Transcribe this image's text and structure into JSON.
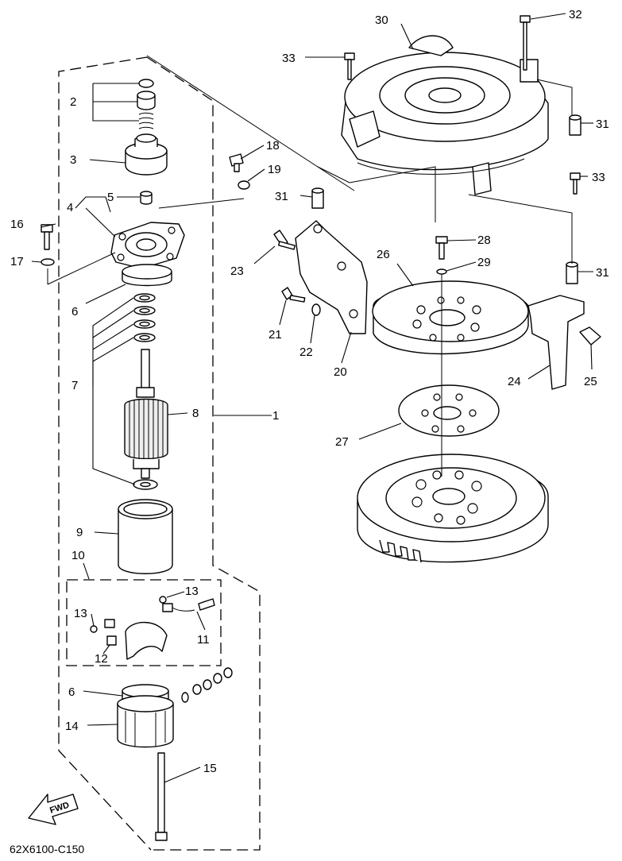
{
  "diagram": {
    "code": "62X6100-C150",
    "direction_label": "FWD",
    "callouts": [
      {
        "id": "n1",
        "text": "1"
      },
      {
        "id": "n2",
        "text": "2"
      },
      {
        "id": "n3",
        "text": "3"
      },
      {
        "id": "n4",
        "text": "4"
      },
      {
        "id": "n5",
        "text": "5"
      },
      {
        "id": "n6a",
        "text": "6"
      },
      {
        "id": "n6b",
        "text": "6"
      },
      {
        "id": "n7",
        "text": "7"
      },
      {
        "id": "n8",
        "text": "8"
      },
      {
        "id": "n9",
        "text": "9"
      },
      {
        "id": "n10",
        "text": "10"
      },
      {
        "id": "n11",
        "text": "11"
      },
      {
        "id": "n12",
        "text": "12"
      },
      {
        "id": "n13a",
        "text": "13"
      },
      {
        "id": "n13b",
        "text": "13"
      },
      {
        "id": "n14",
        "text": "14"
      },
      {
        "id": "n15",
        "text": "15"
      },
      {
        "id": "n16",
        "text": "16"
      },
      {
        "id": "n17",
        "text": "17"
      },
      {
        "id": "n18",
        "text": "18"
      },
      {
        "id": "n19",
        "text": "19"
      },
      {
        "id": "n20",
        "text": "20"
      },
      {
        "id": "n21",
        "text": "21"
      },
      {
        "id": "n22",
        "text": "22"
      },
      {
        "id": "n23",
        "text": "23"
      },
      {
        "id": "n24",
        "text": "24"
      },
      {
        "id": "n25",
        "text": "25"
      },
      {
        "id": "n26",
        "text": "26"
      },
      {
        "id": "n27",
        "text": "27"
      },
      {
        "id": "n28",
        "text": "28"
      },
      {
        "id": "n29",
        "text": "29"
      },
      {
        "id": "n30",
        "text": "30"
      },
      {
        "id": "n31a",
        "text": "31"
      },
      {
        "id": "n31b",
        "text": "31"
      },
      {
        "id": "n31c",
        "text": "31"
      },
      {
        "id": "n32",
        "text": "32"
      },
      {
        "id": "n33a",
        "text": "33"
      },
      {
        "id": "n33b",
        "text": "33"
      }
    ]
  }
}
